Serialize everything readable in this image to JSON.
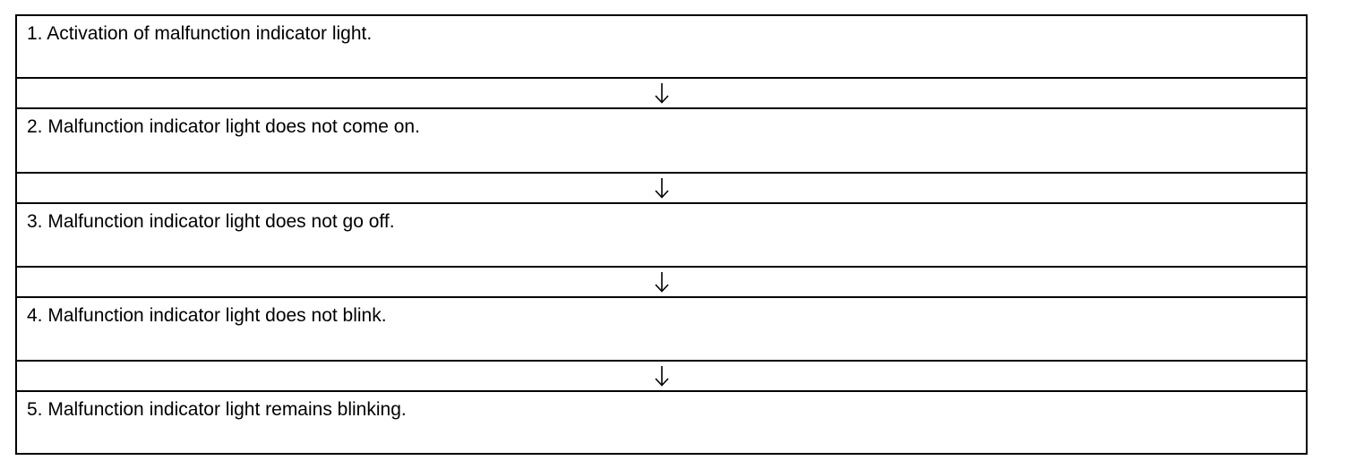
{
  "steps": [
    {
      "label": "1. Activation of malfunction indicator light."
    },
    {
      "label": "2. Malfunction indicator light does not come on."
    },
    {
      "label": "3. Malfunction indicator light does not go off."
    },
    {
      "label": "4. Malfunction indicator light does not blink."
    },
    {
      "label": "5. Malfunction indicator light remains blinking."
    }
  ],
  "arrow_icon": "down-arrow-icon",
  "colors": {
    "line": "#000000",
    "background": "#ffffff"
  }
}
